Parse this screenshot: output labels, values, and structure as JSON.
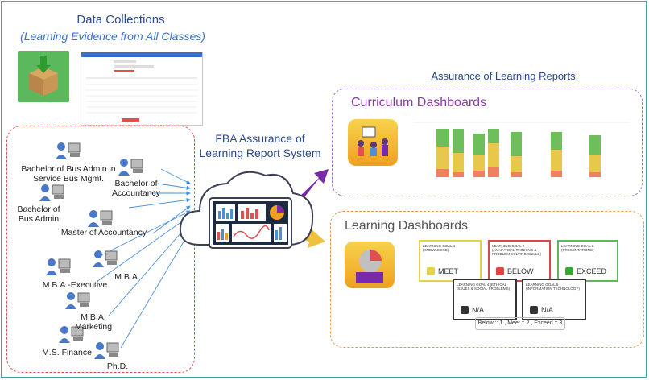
{
  "data_collections": {
    "title": "Data Collections",
    "subtitle": "(Learning Evidence from All Classes)"
  },
  "system": {
    "title_line1": "FBA Assurance of",
    "title_line2": "Learning Report System"
  },
  "reports_heading": "Assurance of Learning Reports",
  "curriculum_dashboards": {
    "title": "Curriculum Dashboards"
  },
  "learning_dashboards": {
    "title": "Learning Dashboards",
    "goals": [
      {
        "label": "LEARNING GOAL 1 (KNOWLEDGE)",
        "value": "MEET",
        "color": "#e6d24a",
        "sq": "#e6d24a"
      },
      {
        "label": "LEARNING GOAL 2 (ANALYTICAL THINKING & PROBLEM SOLVING SKILLS)",
        "value": "BELOW",
        "color": "#e04444",
        "sq": "#e04444"
      },
      {
        "label": "LEARNING GOAL 3 (PRESENTATIONS)",
        "value": "EXCEED",
        "color": "#5cb85c",
        "sq": "#36a836"
      },
      {
        "label": "LEARNING GOAL 4 (ETHICAL ISSUES & SOCIAL PROBLEMS)",
        "value": "N/A",
        "color": "#333333",
        "sq": "#333333"
      },
      {
        "label": "LEARNING GOAL 5 (INFORMATION TECHNOLOGY)",
        "value": "N/A",
        "color": "#333333",
        "sq": "#333333"
      }
    ],
    "scale": "Below :: 1 , Meet :: 2 , Exceed :: 3"
  },
  "programs": [
    "Bachelor of Bus Admin in Service Bus Mgmt.",
    "Bachelor of Accountancy",
    "Bachelor of Bus Admin",
    "Master of Accountancy",
    "M.B.A.",
    "M.B.A.-Executive",
    "M.B.A. Marketing",
    "M.S. Finance",
    "Ph.D."
  ],
  "colors": {
    "accent": "#2b4a8a",
    "red_dash": "#e05050",
    "purple": "#9b6fd0",
    "orange": "#e09a50"
  }
}
